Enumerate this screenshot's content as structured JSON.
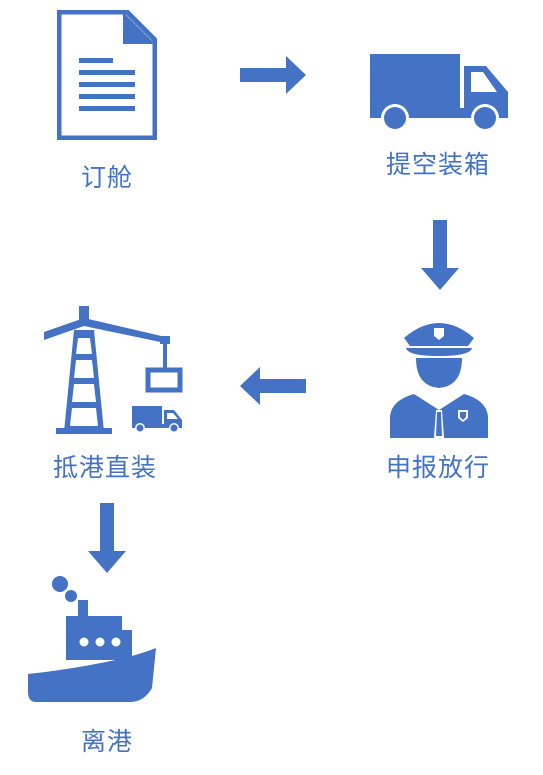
{
  "colors": {
    "primary": "#4472c4",
    "background": "#ffffff"
  },
  "steps": [
    {
      "label": "订舱",
      "icon": "document-icon"
    },
    {
      "label": "提空装箱",
      "icon": "truck-icon"
    },
    {
      "label": "申报放行",
      "icon": "customs-officer-icon"
    },
    {
      "label": "抵港直装",
      "icon": "port-crane-icon"
    },
    {
      "label": "离港",
      "icon": "ship-icon"
    }
  ],
  "arrows": [
    {
      "from": "订舱",
      "to": "提空装箱",
      "direction": "right"
    },
    {
      "from": "提空装箱",
      "to": "申报放行",
      "direction": "down"
    },
    {
      "from": "申报放行",
      "to": "抵港直装",
      "direction": "left"
    },
    {
      "from": "抵港直装",
      "to": "离港",
      "direction": "down"
    }
  ]
}
